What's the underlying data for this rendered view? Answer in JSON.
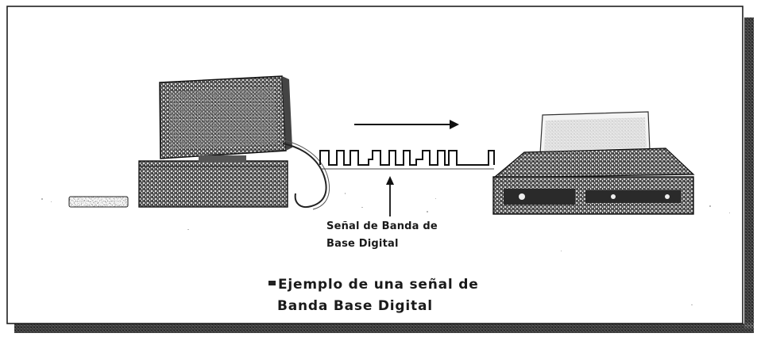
{
  "diagram": {
    "signal_label": {
      "line1": "Señal de Banda de",
      "line2": "Base Digital"
    },
    "example_caption": {
      "line1": "Ejemplo de una señal de",
      "line2": "Banda Base Digital"
    },
    "icons": [
      "computer-icon",
      "keyboard-icon",
      "cable",
      "square-wave",
      "printer-icon"
    ]
  }
}
